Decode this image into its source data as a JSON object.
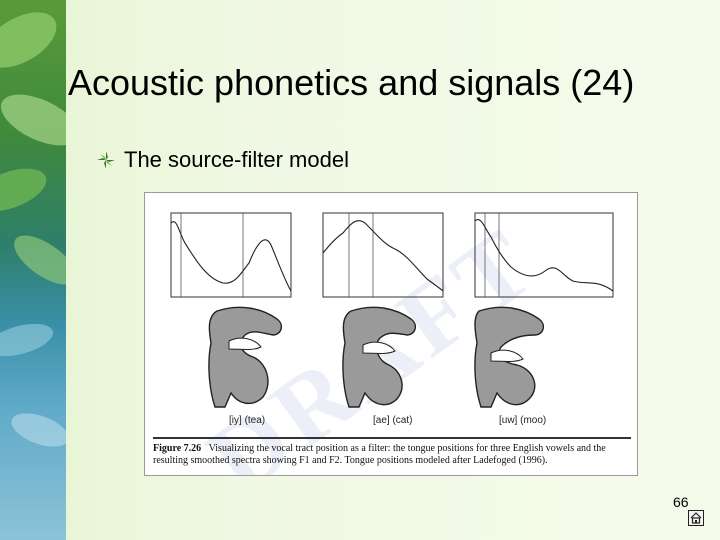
{
  "slide": {
    "title": "Acoustic phonetics and signals (24)",
    "bullet": "The source-filter model",
    "page_number": "66"
  },
  "figure": {
    "vowel_labels": [
      {
        "symbol": "[iy]",
        "word": "(tea)"
      },
      {
        "symbol": "[ae]",
        "word": "(cat)"
      },
      {
        "symbol": "[uw]",
        "word": "(moo)"
      }
    ],
    "caption_label": "Figure 7.26",
    "caption_text": "Visualizing the vocal tract position as a filter: the tongue positions for three English vowels and the resulting smoothed spectra showing F1 and F2. Tongue positions modeled after Ladefoged (1996).",
    "watermark": "DRAFT"
  },
  "icons": {
    "bullet": "leaf-bullet-icon",
    "home": "home-icon"
  },
  "colors": {
    "background": "#f1f9e6",
    "leaf_strip_top": "#5a9a3a",
    "leaf_strip_bottom": "#8cc3d8"
  }
}
